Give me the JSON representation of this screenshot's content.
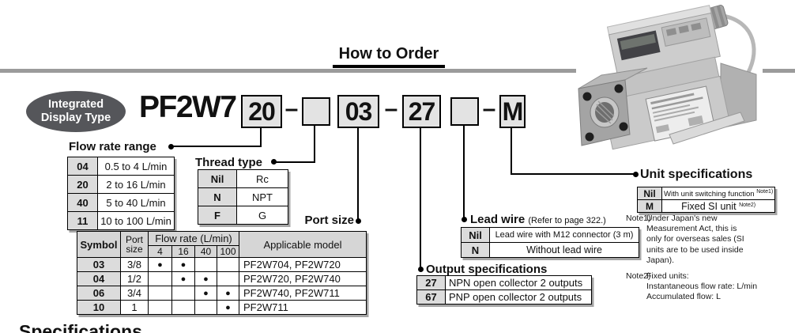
{
  "header": {
    "title": "How to Order"
  },
  "badge": {
    "line1": "Integrated",
    "line2": "Display Type"
  },
  "model": {
    "prefix": "PF2W7",
    "flow_code": "20",
    "dash": "–",
    "thread_code": "",
    "port_code": "03",
    "output_code": "27",
    "lead_code": "",
    "unit_code": "M"
  },
  "flow_rate_range": {
    "label": "Flow rate range",
    "rows": [
      {
        "code": "04",
        "desc": "0.5 to 4 L/min"
      },
      {
        "code": "20",
        "desc": "2 to 16 L/min"
      },
      {
        "code": "40",
        "desc": "5 to 40 L/min"
      },
      {
        "code": "11",
        "desc": "10 to 100 L/min"
      }
    ]
  },
  "thread_type": {
    "label": "Thread type",
    "rows": [
      {
        "code": "Nil",
        "desc": "Rc"
      },
      {
        "code": "N",
        "desc": "NPT"
      },
      {
        "code": "F",
        "desc": "G"
      }
    ]
  },
  "port_size": {
    "label": "Port size",
    "headers": {
      "symbol": "Symbol",
      "port_line1": "Port",
      "port_line2": "size",
      "flow_rate": "Flow rate (L/min)",
      "col_4": "4",
      "col_16": "16",
      "col_40": "40",
      "col_100": "100",
      "model": "Applicable model"
    },
    "rows": [
      {
        "symbol": "03",
        "port": "3/8",
        "d4": "●",
        "d16": "●",
        "d40": "",
        "d100": "",
        "model": "PF2W704, PF2W720"
      },
      {
        "symbol": "04",
        "port": "1/2",
        "d4": "",
        "d16": "●",
        "d40": "●",
        "d100": "",
        "model": "PF2W720, PF2W740"
      },
      {
        "symbol": "06",
        "port": "3/4",
        "d4": "",
        "d16": "",
        "d40": "●",
        "d100": "●",
        "model": "PF2W740, PF2W711"
      },
      {
        "symbol": "10",
        "port": "1",
        "d4": "",
        "d16": "",
        "d40": "",
        "d100": "●",
        "model": "PF2W711"
      }
    ]
  },
  "lead_wire": {
    "label": "Lead wire",
    "ref": "(Refer to page 322.)",
    "rows": [
      {
        "code": "Nil",
        "desc": "Lead wire with M12 connector (3 m)"
      },
      {
        "code": "N",
        "desc": "Without lead wire"
      }
    ]
  },
  "output_specs": {
    "label": "Output specifications",
    "rows": [
      {
        "code": "27",
        "desc": "NPN open collector 2 outputs"
      },
      {
        "code": "67",
        "desc": "PNP open collector 2 outputs"
      }
    ]
  },
  "unit_specs": {
    "label": "Unit specifications",
    "rows": [
      {
        "code": "Nil",
        "desc": "With unit switching function",
        "note": "Note1)"
      },
      {
        "code": "M",
        "desc": "Fixed SI unit",
        "note": "Note2)"
      }
    ]
  },
  "notes": {
    "note1_label": "Note1)",
    "note1_line1": "Under Japan's new",
    "note1_line2": "Measurement Act, this is",
    "note1_line3": "only for overseas sales (SI",
    "note1_line4": "units are to be used inside",
    "note1_line5": "Japan).",
    "note2_label": "Note2)",
    "note2_line1": "Fixed units:",
    "note2_line2": "Instantaneous flow rate: L/min",
    "note2_line3": "Accumulated flow: L"
  },
  "bottom": {
    "partial_heading": "Specifications"
  },
  "colors": {
    "rule_gray": "#9b9b9b",
    "badge_gray": "#55565a",
    "box_fill": "#e3e3e3",
    "table_header_gray": "#d6d6d6"
  }
}
